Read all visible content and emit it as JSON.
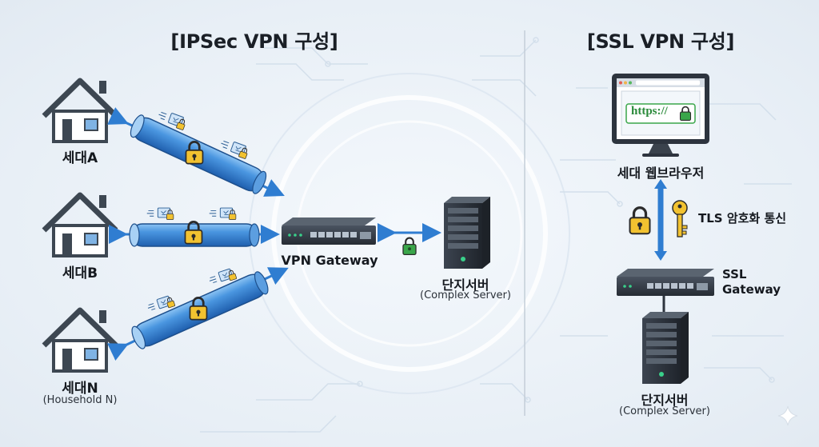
{
  "ipsec": {
    "title": "[IPSec VPN 구성]",
    "households": [
      {
        "label": "세대A"
      },
      {
        "label": "세대B"
      },
      {
        "label": "세대N",
        "sublabel": "(Household N)"
      }
    ],
    "gateway_label": "VPN Gateway",
    "server_label": "단지서버",
    "server_sublabel": "(Complex Server)"
  },
  "ssl": {
    "title": "[SSL VPN 구성]",
    "browser_url": "https://",
    "browser_label": "세대 웹브라우저",
    "tls_label": "TLS 암호화 통신",
    "gateway_label_line1": "SSL",
    "gateway_label_line2": "Gateway",
    "server_label": "단지서버",
    "server_sublabel": "(Complex Server)"
  },
  "colors": {
    "tunnel": "#2f7dd1",
    "lock_gold": "#f2c230",
    "lock_green": "#3aa64a",
    "device_dark": "#2d343e",
    "house_outline": "#3d4752"
  }
}
